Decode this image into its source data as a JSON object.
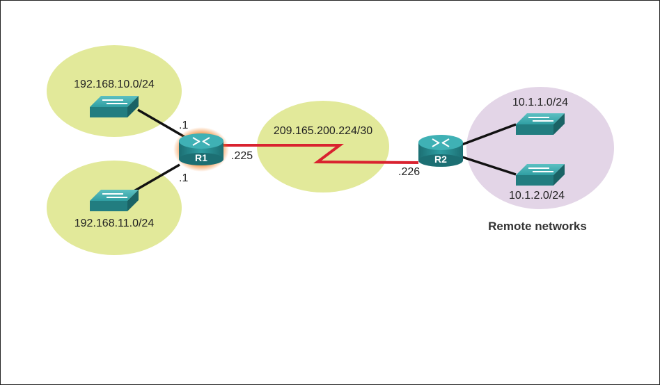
{
  "networks": {
    "lan1": "192.168.10.0/24",
    "lan2": "192.168.11.0/24",
    "wan": "209.165.200.224/30",
    "remote1": "10.1.1.0/24",
    "remote2": "10.1.2.0/24",
    "remote_caption": "Remote networks"
  },
  "routers": {
    "r1": "R1",
    "r2": "R2"
  },
  "interfaces": {
    "r1_lan1": ".1",
    "r1_lan2": ".1",
    "r1_wan": ".225",
    "r2_wan": ".226"
  },
  "colors": {
    "local_network": "#e2e99a",
    "remote_network": "#e3d5e7",
    "serial_link": "#d9222f",
    "device": "#2b8f93",
    "r1_highlight": "#f07d1f"
  }
}
